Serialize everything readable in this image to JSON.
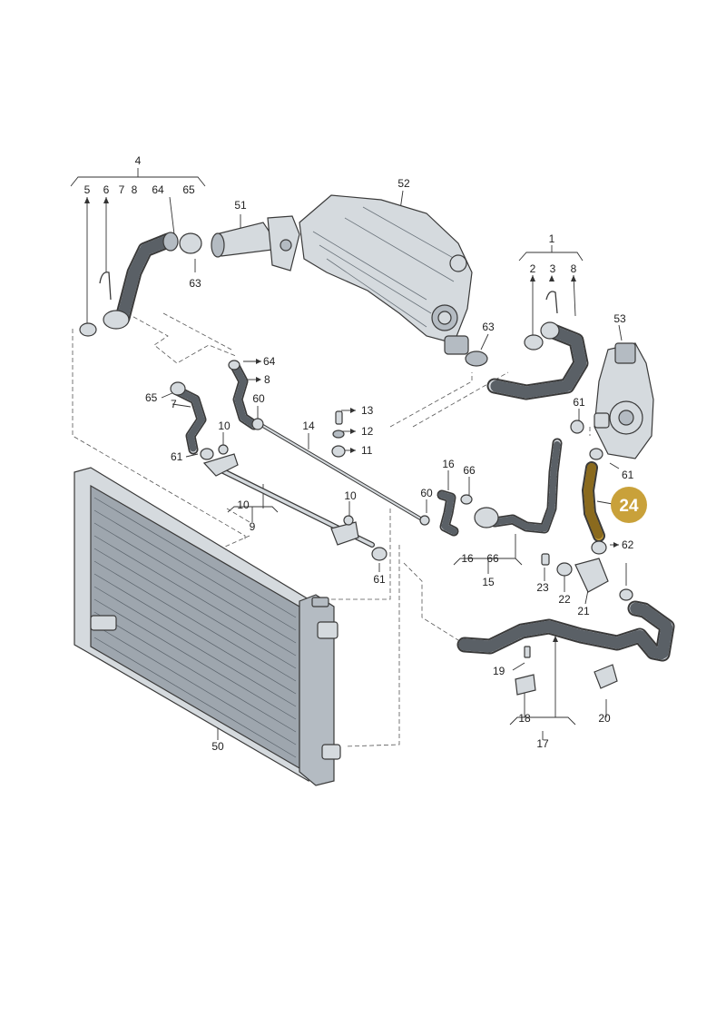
{
  "highlight_color": "#c9a13a",
  "highlight_label": "24",
  "labels": {
    "l1": "1",
    "l2": "2",
    "l3": "3",
    "l4": "4",
    "l5": "5",
    "l6": "6",
    "l7": "7",
    "l8": "8",
    "l9": "9",
    "l10a": "10",
    "l10b": "10",
    "l10c": "10",
    "l11": "11",
    "l12": "12",
    "l13": "13",
    "l14": "14",
    "l15": "15",
    "l16a": "16",
    "l16b": "16",
    "l17": "17",
    "l18": "18",
    "l19": "19",
    "l20": "20",
    "l21": "21",
    "l22": "22",
    "l23": "23",
    "l50": "50",
    "l51": "51",
    "l52": "52",
    "l53": "53",
    "l60a": "60",
    "l60b": "60",
    "l61a": "61",
    "l61b": "61",
    "l61c": "61",
    "l61d": "61",
    "l62": "62",
    "l63a": "63",
    "l63b": "63",
    "l64a": "64",
    "l64b": "64",
    "l65a": "65",
    "l65b": "65",
    "l66a": "66",
    "l66b": "66",
    "l7b": "7",
    "l8b": "8"
  }
}
